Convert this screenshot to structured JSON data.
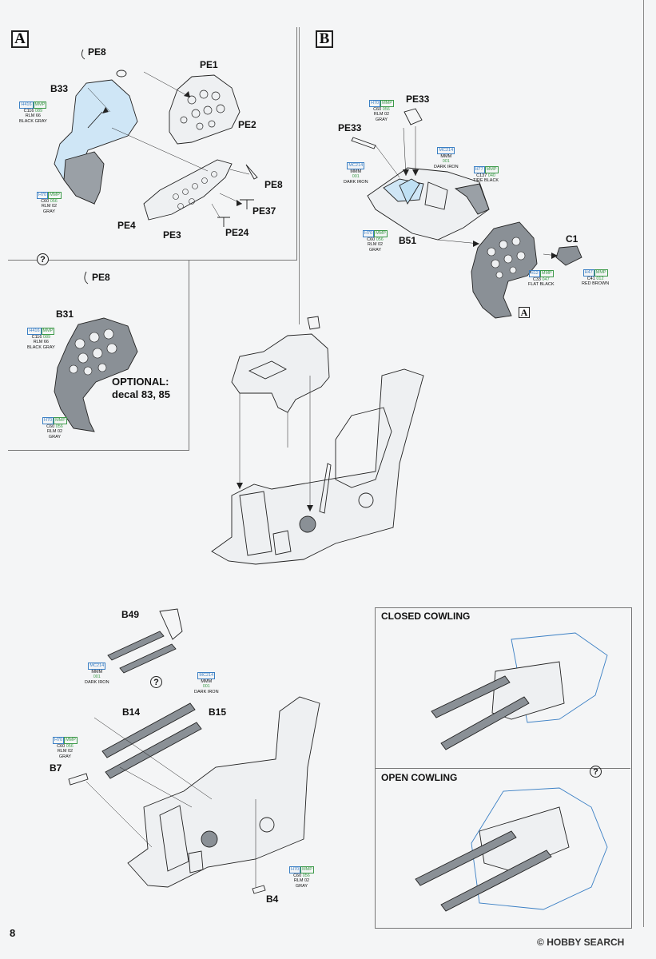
{
  "page_number": "8",
  "watermark": "HOBBY SEARCH",
  "watermark_symbol": "©",
  "steps": {
    "A": "A",
    "B": "B",
    "ref_A": "A",
    "ref_A_small": "A"
  },
  "optional_text": {
    "line1": "OPTIONAL:",
    "line2": "decal 83, 85"
  },
  "cowling": {
    "closed": "CLOSED COWLING",
    "open": "OPEN COWLING"
  },
  "qmarks": [
    "?",
    "?",
    "?"
  ],
  "parts": {
    "pe8_a": "PE8",
    "b33": "B33",
    "pe1": "PE1",
    "pe2": "PE2",
    "pe8_a2": "PE8",
    "pe37": "PE37",
    "pe24": "PE24",
    "pe4": "PE4",
    "pe3": "PE3",
    "pe33_top": "PE33",
    "pe33_left": "PE33",
    "b51": "B51",
    "c1": "C1",
    "pe8_opt": "PE8",
    "b31": "B31",
    "b49": "B49",
    "b14": "B14",
    "b15": "B15",
    "b7": "B7",
    "b4": "B4"
  },
  "paints": {
    "a_b33": {
      "c1": "H416",
      "c2": "MMP",
      "n1": "C116",
      "n2": "089",
      "l1": "RLM 66",
      "l2": "BLACK GRAY"
    },
    "a_lower": {
      "c1": "H70",
      "c2": "MMP",
      "n1": "C60",
      "n2": "056",
      "l1": "RLM 02",
      "l2": "GRAY"
    },
    "b_pe33": {
      "c1": "H70",
      "c2": "MMP",
      "n1": "C60",
      "n2": "056",
      "l1": "RLM 02",
      "l2": "GRAY"
    },
    "b_iron1": {
      "c1": "MC214",
      "c2": "",
      "n1": "MMM",
      "n2": "001",
      "l1": "DARK IRON",
      "l2": ""
    },
    "b_iron2": {
      "c1": "MC214",
      "c2": "",
      "n1": "MMM",
      "n2": "001",
      "l1": "DARK IRON",
      "l2": ""
    },
    "b_tire": {
      "c1": "H77",
      "c2": "MMP",
      "n1": "C137",
      "n2": "040",
      "l1": "TIRE BLACK",
      "l2": ""
    },
    "b_gray": {
      "c1": "H70",
      "c2": "MMP",
      "n1": "C60",
      "n2": "056",
      "l1": "RLM 02",
      "l2": "GRAY"
    },
    "b_flat": {
      "c1": "H12",
      "c2": "MMP",
      "n1": "C33",
      "n2": "047",
      "l1": "FLAT BLACK",
      "l2": ""
    },
    "b_red": {
      "c1": "H47",
      "c2": "MMP",
      "n1": "C41",
      "n2": "012",
      "l1": "RED BROWN",
      "l2": ""
    },
    "opt_b31": {
      "c1": "H416",
      "c2": "MMP",
      "n1": "C116",
      "n2": "089",
      "l1": "RLM 66",
      "l2": "BLACK GRAY"
    },
    "opt_lower": {
      "c1": "H70",
      "c2": "MMP",
      "n1": "C60",
      "n2": "056",
      "l1": "RLM 02",
      "l2": "GRAY"
    },
    "g_b49": {
      "c1": "MC214",
      "c2": "",
      "n1": "MMM",
      "n2": "001",
      "l1": "DARK IRON",
      "l2": ""
    },
    "g_b15": {
      "c1": "MC214",
      "c2": "",
      "n1": "MMM",
      "n2": "001",
      "l1": "DARK IRON",
      "l2": ""
    },
    "g_b7": {
      "c1": "H70",
      "c2": "MMP",
      "n1": "C60",
      "n2": "056",
      "l1": "RLM 02",
      "l2": "GRAY"
    },
    "g_b4": {
      "c1": "H70",
      "c2": "MMP",
      "n1": "C60",
      "n2": "056",
      "l1": "RLM 02",
      "l2": "GRAY"
    }
  },
  "colors": {
    "panel_blue": "#cfe6f6",
    "panel_gray": "#8a9096",
    "line": "#222222",
    "paint_blue": "#3a7fc4",
    "paint_green": "#3d9a4a"
  }
}
